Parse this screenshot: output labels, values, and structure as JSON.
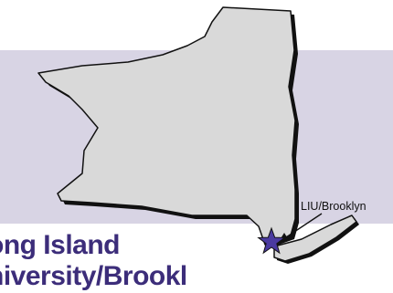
{
  "map": {
    "region": "New York State",
    "marker_label": "LIU/Brooklyn",
    "marker_icon": "star-icon"
  },
  "title": {
    "line1": "ong Island",
    "line2": "niversity/Brookl"
  },
  "colors": {
    "band": "#d8d4e4",
    "state_fill": "#d9d9d9",
    "outline": "#111111",
    "title": "#3c2d7a",
    "star": "#4a3aa0"
  }
}
